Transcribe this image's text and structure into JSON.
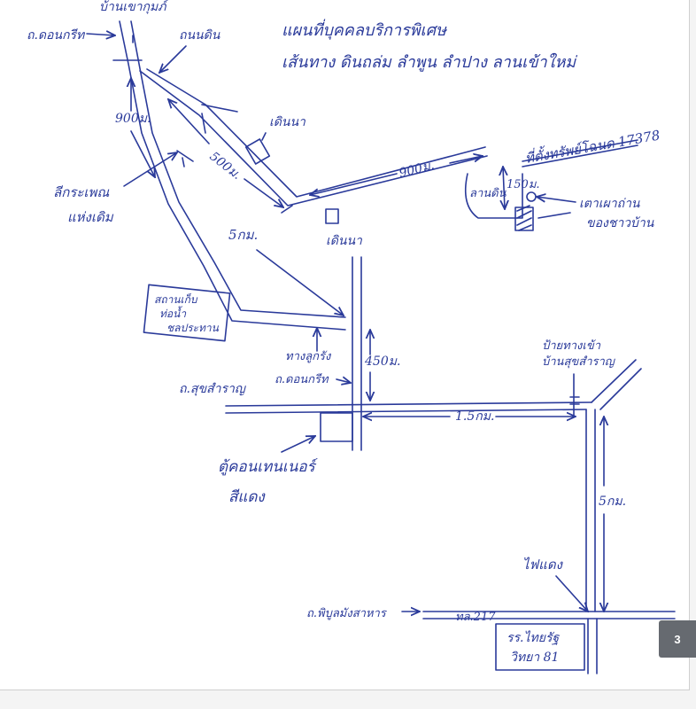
{
  "colors": {
    "ink": "#2a3a9a",
    "badge_bg": "#666a70"
  },
  "title": {
    "line1": "แผนที่บุคคลบริการพิเศษ",
    "line2": "เส้นทาง ดินถล่ม ลำพูน ลำปาง ลานเข้าใหม่"
  },
  "labels": {
    "top_village": "บ้านเขากุมภ์",
    "road_top_left": "ถ.ดอนกรีท",
    "dirt_road": "ถนนดิน",
    "rice_field_1": "เดินนา",
    "rice_field_2": "เดินนา",
    "dist_900m_left": "900ม.",
    "dist_500m": "500ม.",
    "dist_900m_right": "900ม.",
    "cemetery_line1": "ลีกระเพณ",
    "cemetery_line2": "แห่งเดิม",
    "site_title": "ที่ตั้งทรัพย์โฉนด 17378",
    "dirt_area": "ลานดิน",
    "dist_150m": "150ม.",
    "house_line1": "เตาเผาถ่าน",
    "house_line2": "ของชาวบ้าน",
    "dist_5km_left": "5กม.",
    "water_line1": "สถานเก็บ",
    "water_line2": "ท่อน้ำ",
    "water_line3": "ชลประทาน",
    "lamp_1": "ทางลูกรัง",
    "lamp_2": "ถ.ดอนกรีท",
    "dist_450m": "450ม.",
    "sukhumvit": "ถ.สุขสำราญ",
    "dist_1_5km": "1.5กม.",
    "sign_line1": "ป้ายทางเข้า",
    "sign_line2": "บ้านสุขสำราญ",
    "container_line1": "ตู้คอนเทนเนอร์",
    "container_line2": "สีแดง",
    "dist_5km_right": "5กม.",
    "traffic_light": "ไฟแดง",
    "road_bottom": "ถ.พิบูลมังสาหาร",
    "route_217": "ทล.217",
    "school_line1": "รร.ไทยรัฐ",
    "school_line2": "วิทยา 81"
  },
  "page_number": "3"
}
